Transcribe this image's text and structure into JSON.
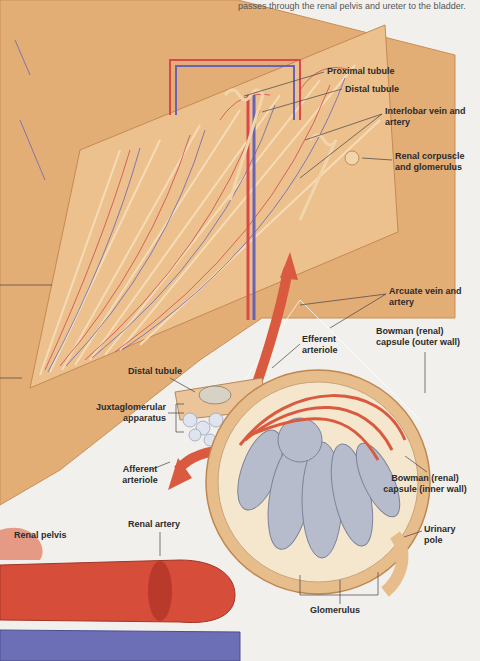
{
  "diagram": {
    "labels": [
      "passes through the renal pelvis and ureter to the bladder.",
      "Proximal tubule",
      "Distal tubule",
      "Interlobar vein and artery",
      "Renal corpuscle and glomerulus",
      "Arcuate vein and artery",
      "Efferent arteriole",
      "Bowman (renal) capsule (outer wall)",
      "Distal tubule",
      "Juxtaglomerular apparatus",
      "Afferent arteriole",
      "Bowman (renal) capsule (inner wall)",
      "Urinary pole",
      "Renal pelvis",
      "Renal artery",
      "Glomerulus"
    ]
  }
}
